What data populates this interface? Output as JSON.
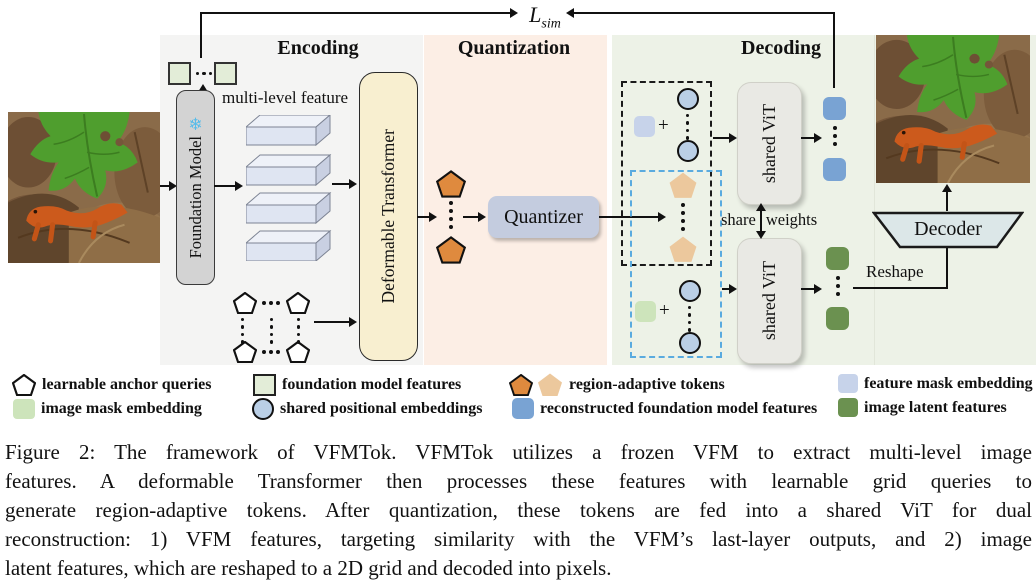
{
  "loop": {
    "loss_label": "L",
    "loss_sub": "sim"
  },
  "sections": {
    "encoding": "Encoding",
    "quantization": "Quantization",
    "decoding": "Decoding"
  },
  "encoding": {
    "foundation_model_label": "Foundation Model",
    "frozen_snowflake_icon": "❄",
    "multi_level_label": "multi-level feature",
    "deformable_transformer_label": "Deformable Transformer"
  },
  "quantization": {
    "quantizer_label": "Quantizer"
  },
  "decoding": {
    "shared_vit_label": "shared ViT",
    "share_weights_words": [
      "share",
      "weights"
    ],
    "reshape_label": "Reshape",
    "decoder_label": "Decoder",
    "plus": "+"
  },
  "colors": {
    "encoding_bg": "#f4f4f3",
    "quantization_bg": "#fceee5",
    "decoding_bg": "#edf2e7",
    "foundation_model_box": "#d3d3d3",
    "deformable_box": "#f8efd0",
    "quantizer_box": "#c4ccdf",
    "shared_vit_box": "#e9e9e4",
    "decoder_box": "#dce7e8",
    "foundation_feature_green": "#e3edd8",
    "image_mask_green": "#cde4bb",
    "positional_circle_blue": "#bacfe6",
    "orange_pentagon": "#df8a3e",
    "tan_pentagon": "#ecc89d",
    "recon_blue": "#79a3d3",
    "feature_mask_lavender": "#c7d3ea",
    "image_latent_green": "#6b9150",
    "blue_dash": "#5aabdf"
  },
  "legend": {
    "items": [
      {
        "icon": "pentagon-outline",
        "label": "learnable anchor queries"
      },
      {
        "icon": "green-square",
        "label": "image mask embedding"
      },
      {
        "icon": "outlined-green-square",
        "label": "foundation model features"
      },
      {
        "icon": "blue-circle",
        "label": "shared positional embeddings"
      },
      {
        "icon": "orange-tan-pentagons",
        "label": "region-adaptive tokens"
      },
      {
        "icon": "blue-square",
        "label": "reconstructed foundation model features"
      },
      {
        "icon": "lavender-square",
        "label": "feature mask embedding"
      },
      {
        "icon": "dark-green-square",
        "label": "image latent features"
      }
    ]
  },
  "caption": {
    "lines": [
      "Figure 2: The framework of VFMTok. VFMTok utilizes a frozen VFM to extract multi-level image",
      "features.  A deformable Transformer then processes these features with learnable grid queries to",
      "generate region-adaptive tokens. After quantization, these tokens are fed into a shared ViT for dual",
      "reconstruction: 1) VFM features, targeting similarity with the VFM’s last-layer outputs, and 2) image",
      "latent features, which are reshaped to a 2D grid and decoded into pixels."
    ]
  }
}
